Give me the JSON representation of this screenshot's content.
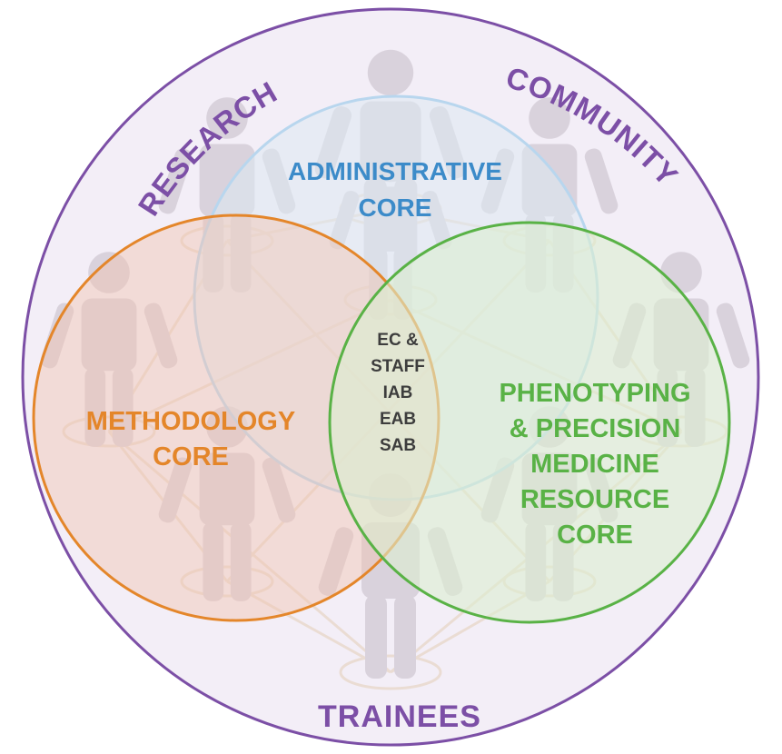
{
  "colors": {
    "outer": "#7c4fa6",
    "outer_fill": "#f3eef7",
    "admin": "#3c8bc9",
    "methodology": "#e4862a",
    "phenotyping": "#59b246",
    "center_text": "#3d3d3d",
    "figure": "#d9d2dc",
    "network_line": "#eadbd0"
  },
  "outer_labels": {
    "research": "RESEARCH",
    "community": "COMMUNITY",
    "trainees": "TRAINEES"
  },
  "cores": {
    "administrative": [
      "ADMINISTRATIVE",
      "CORE"
    ],
    "methodology": [
      "METHODOLOGY",
      "CORE"
    ],
    "phenotyping": [
      "PHENOTYPING",
      "& PRECISION",
      "MEDICINE",
      "RESOURCE",
      "CORE"
    ]
  },
  "center_items": [
    "EC &",
    "STAFF",
    "IAB",
    "EAB",
    "SAB"
  ],
  "icons": {
    "person": "person-figure-icon"
  }
}
